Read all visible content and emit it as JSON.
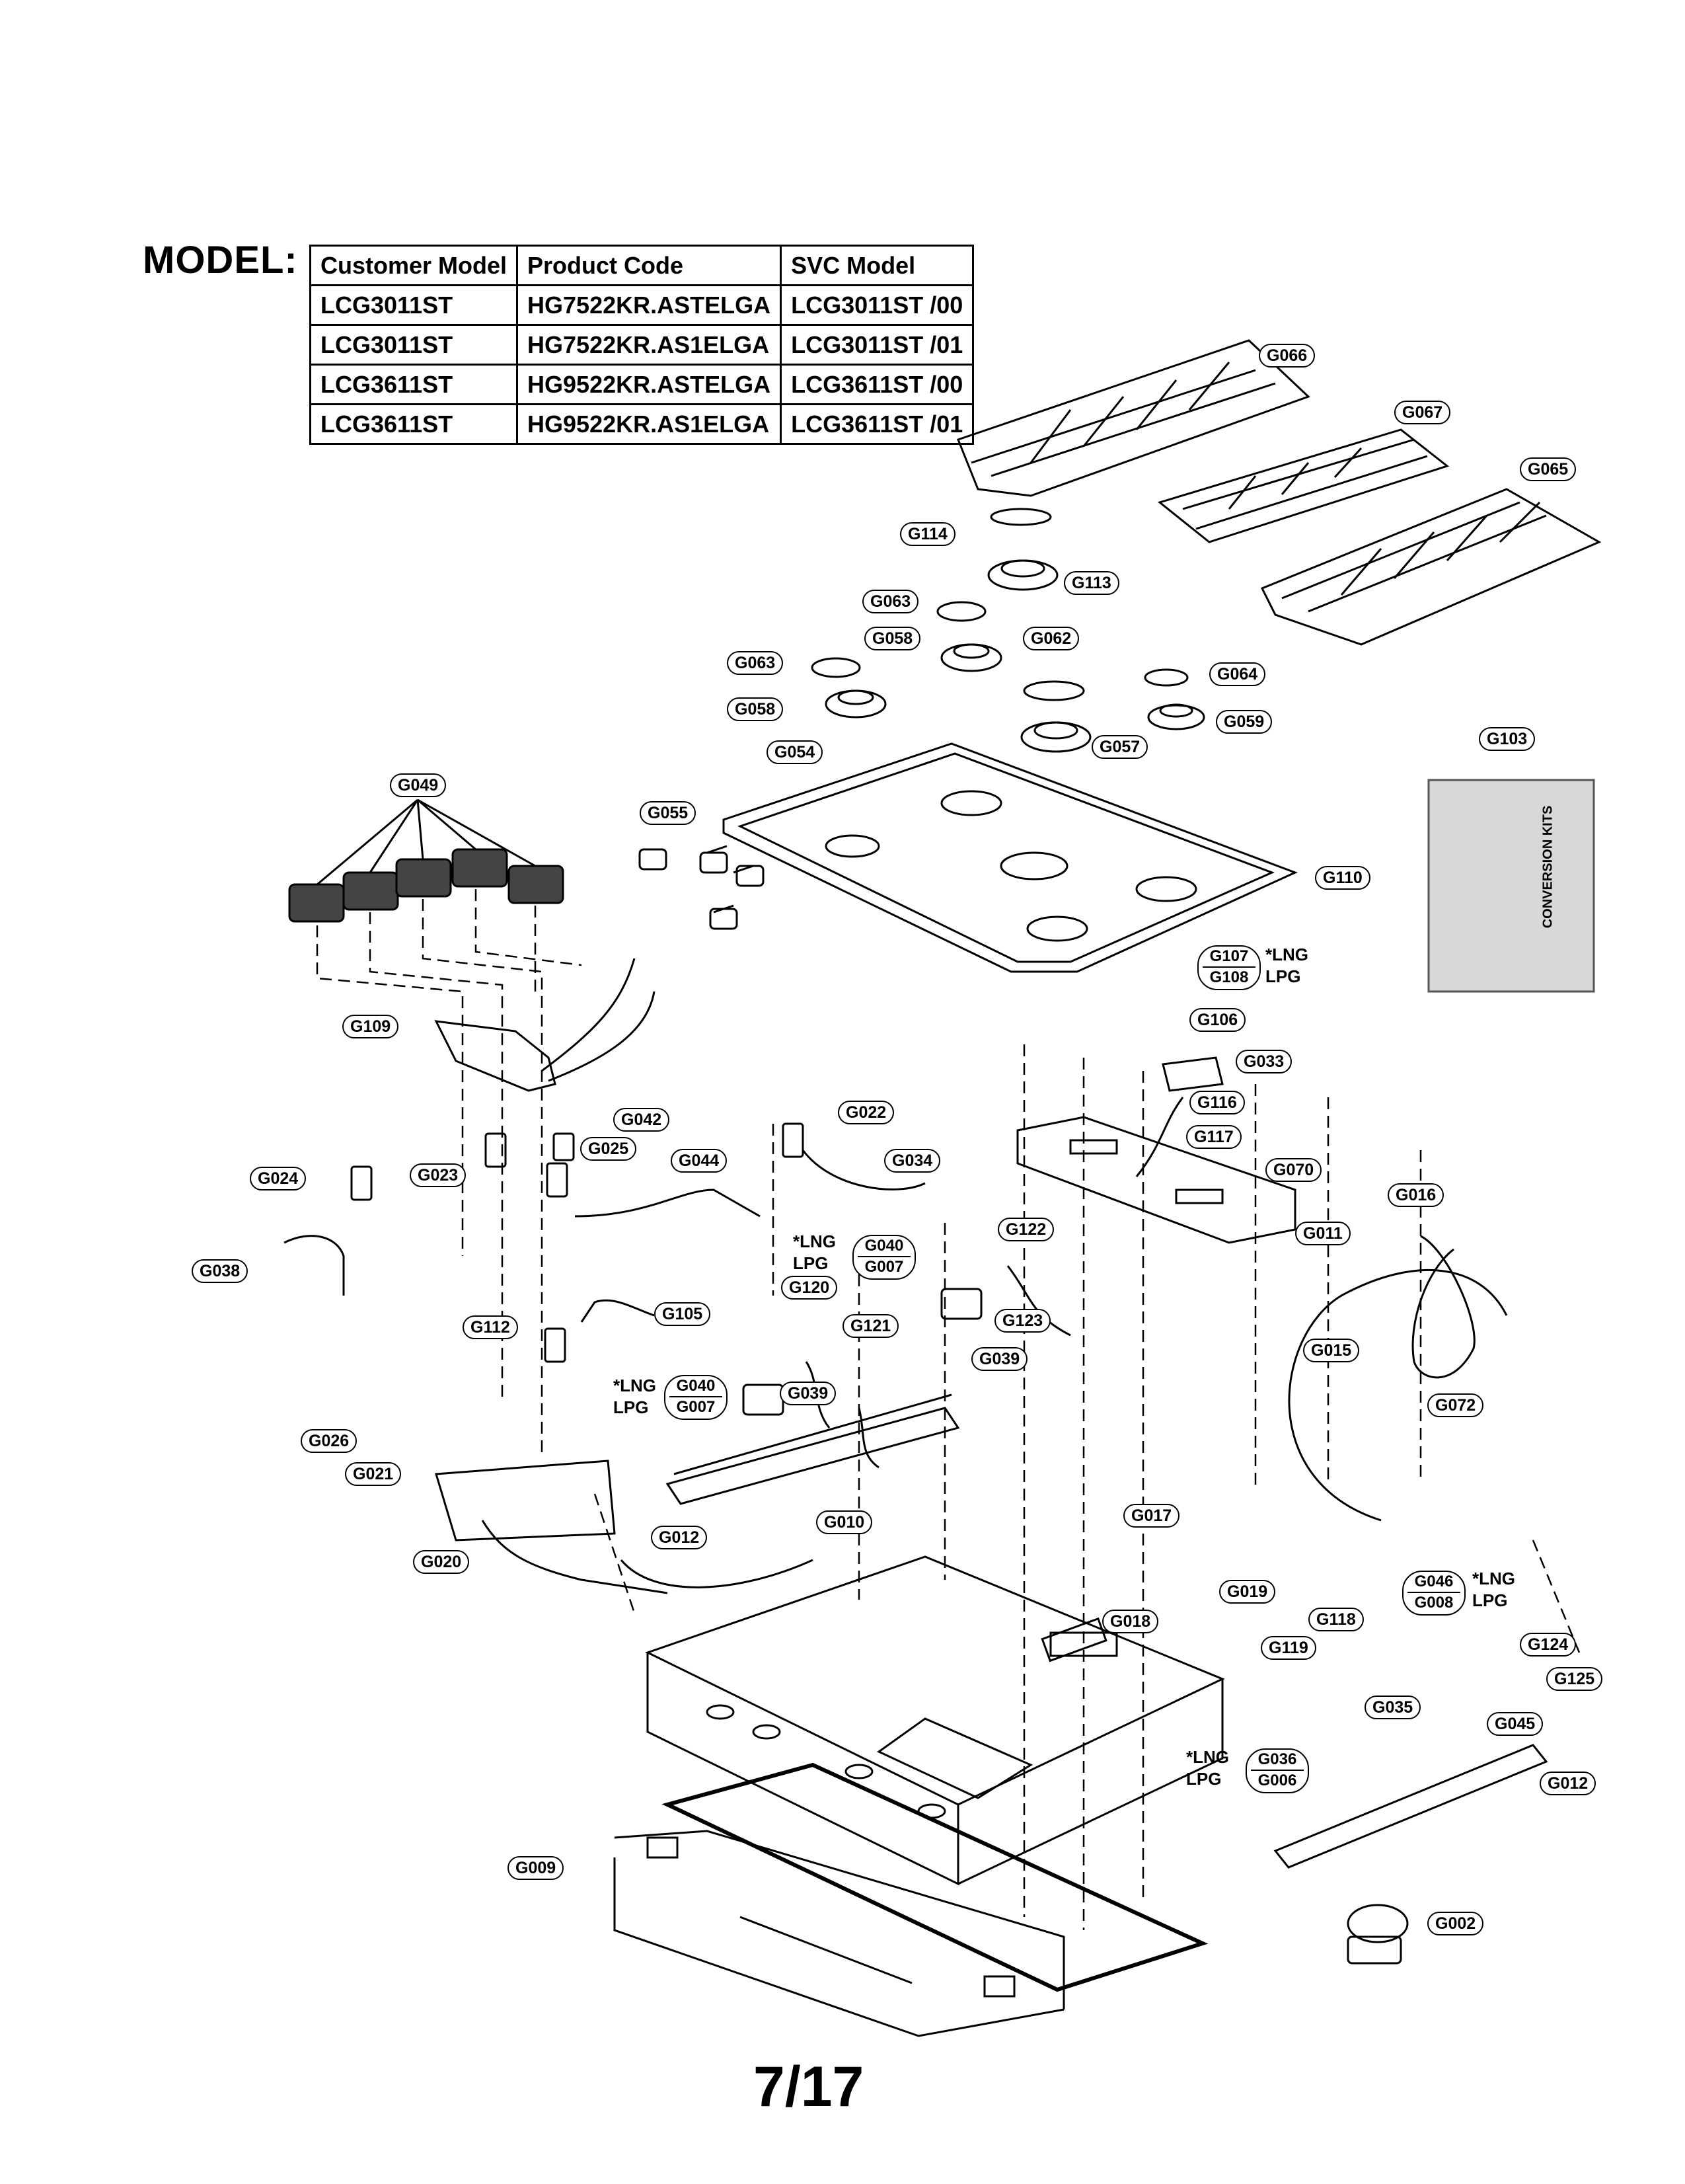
{
  "header": {
    "model_label": "MODEL:",
    "table": {
      "columns": [
        "Customer Model",
        "Product Code",
        "SVC Model"
      ],
      "rows": [
        [
          "LCG3011ST",
          "HG7522KR.ASTELGA",
          "LCG3011ST /00"
        ],
        [
          "LCG3011ST",
          "HG7522KR.AS1ELGA",
          "LCG3011ST /01"
        ],
        [
          "LCG3611ST",
          "HG9522KR.ASTELGA",
          "LCG3611ST /00"
        ],
        [
          "LCG3611ST",
          "HG9522KR.AS1ELGA",
          "LCG3611ST /01"
        ]
      ]
    }
  },
  "callouts": {
    "g066": "G066",
    "g067": "G067",
    "g065": "G065",
    "g114": "G114",
    "g113": "G113",
    "g063a": "G063",
    "g058a": "G058",
    "g062": "G062",
    "g063b": "G063",
    "g064": "G064",
    "g058b": "G058",
    "g059": "G059",
    "g057": "G057",
    "g054": "G054",
    "g103": "G103",
    "g049": "G049",
    "g055": "G055",
    "g110": "G110",
    "g106": "G106",
    "g033": "G033",
    "g109": "G109",
    "g116": "G116",
    "g117": "G117",
    "g042": "G042",
    "g022": "G022",
    "g025": "G025",
    "g044": "G044",
    "g034": "G034",
    "g070": "G070",
    "g024": "G024",
    "g023": "G023",
    "g011": "G011",
    "g016": "G016",
    "g122": "G122",
    "g038": "G038",
    "g120": "G120",
    "g123": "G123",
    "g105": "G105",
    "g112": "G112",
    "g121": "G121",
    "g039a": "G039",
    "g015": "G015",
    "g039b": "G039",
    "g072": "G072",
    "g026": "G026",
    "g021": "G021",
    "g012a": "G012",
    "g010": "G010",
    "g017": "G017",
    "g020": "G020",
    "g019": "G019",
    "g018": "G018",
    "g118": "G118",
    "g124": "G124",
    "g119": "G119",
    "g125": "G125",
    "g035": "G035",
    "g045": "G045",
    "g012b": "G012",
    "g009": "G009",
    "g002": "G002"
  },
  "fuel_pairs": {
    "p1": {
      "lng_part": "G107",
      "lpg_part": "G108",
      "note": "*LNG\nLPG"
    },
    "p2": {
      "lng_part": "G040",
      "lpg_part": "G007",
      "note": "*LNG\nLPG"
    },
    "p3": {
      "lng_part": "G040",
      "lpg_part": "G007",
      "note": "*LNG\nLPG"
    },
    "p4": {
      "lng_part": "G046",
      "lpg_part": "G008",
      "note": "*LNG\nLPG"
    },
    "p5": {
      "lng_part": "G036",
      "lpg_part": "G006",
      "note": "*LNG\nLPG"
    }
  },
  "conversion_kit": {
    "title": "CONVERSION KITS"
  },
  "page_number": "7/17"
}
